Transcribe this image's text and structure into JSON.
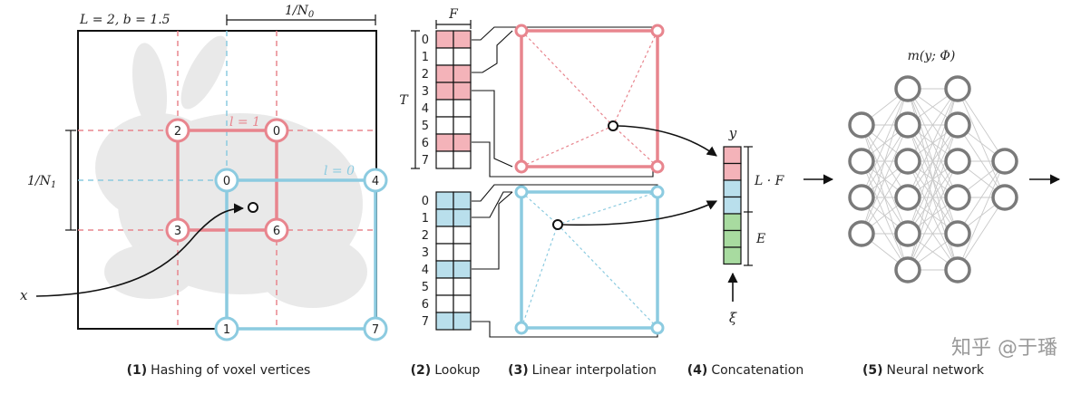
{
  "colors": {
    "red": "#e8858e",
    "red_fill": "#f4b3b9",
    "blue": "#8ccbe0",
    "blue_fill": "#b9dfec",
    "green_fill": "#a8dba0",
    "node_gray": "#7a7a7a",
    "edge_gray": "#c9c9c9"
  },
  "panel1": {
    "params": "L = 2,   b = 1.5",
    "n0_label": "1/N",
    "n0_sub": "0",
    "n1_label": "1/N",
    "n1_sub": "1",
    "level1_label": "l = 1",
    "level0_label": "l = 0",
    "input_label": "x",
    "red_vertices": [
      "2",
      "0",
      "3",
      "6"
    ],
    "blue_vertices": [
      "0",
      "4",
      "1",
      "7"
    ]
  },
  "panel2": {
    "feature_dim_label": "F",
    "table_size_label": "T",
    "red_indices": [
      "0",
      "1",
      "2",
      "3",
      "4",
      "5",
      "6",
      "7"
    ],
    "red_highlight": [
      0,
      2,
      3,
      6
    ],
    "blue_indices": [
      "0",
      "1",
      "2",
      "3",
      "4",
      "5",
      "6",
      "7"
    ],
    "blue_highlight": [
      0,
      1,
      4,
      7
    ]
  },
  "panel4": {
    "vector_label": "y",
    "lf_label": "L · F",
    "e_label": "E",
    "xi_label": "ξ"
  },
  "panel5": {
    "network_label": "m(y; Φ)",
    "layer_sizes": [
      4,
      6,
      6,
      2
    ]
  },
  "captions": [
    {
      "num": "(1)",
      "text": "Hashing of voxel vertices"
    },
    {
      "num": "(2)",
      "text": "Lookup"
    },
    {
      "num": "(3)",
      "text": "Linear interpolation"
    },
    {
      "num": "(4)",
      "text": "Concatenation"
    },
    {
      "num": "(5)",
      "text": "Neural network"
    }
  ],
  "watermark": "知乎 @于璠"
}
